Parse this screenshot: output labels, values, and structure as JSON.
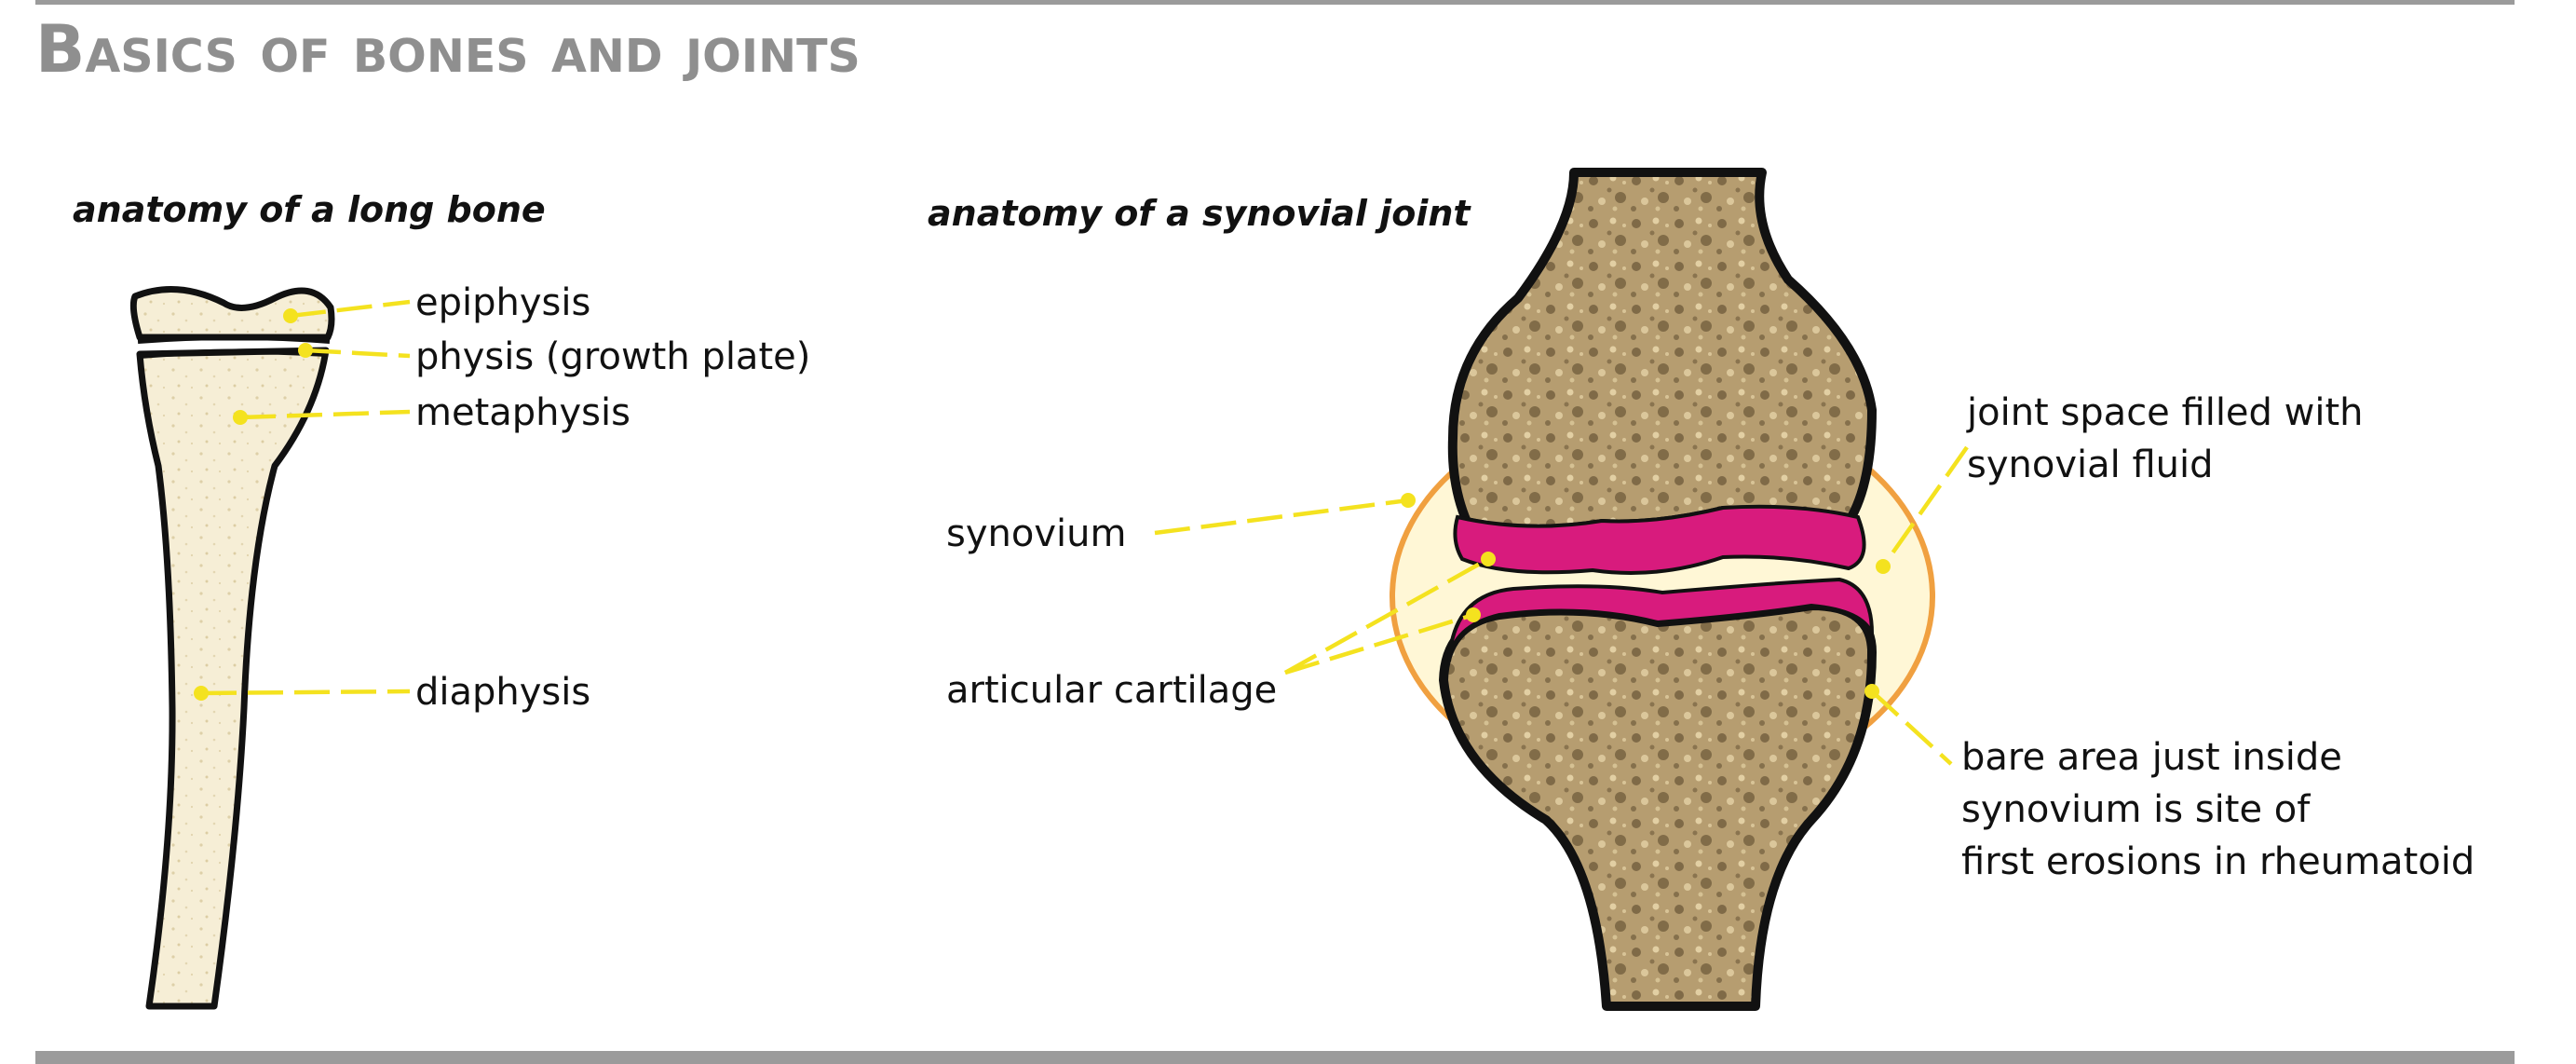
{
  "title": "Basics of bones and joints",
  "long_bone": {
    "subtitle": "anatomy of a long bone",
    "labels": {
      "epiphysis": "epiphysis",
      "physis": "physis (growth plate)",
      "metaphysis": "metaphysis",
      "diaphysis": "diaphysis"
    }
  },
  "synovial_joint": {
    "subtitle": "anatomy of a synovial joint",
    "labels": {
      "synovium": "synovium",
      "articular_cartilage": "articular cartilage",
      "joint_space": [
        "joint space filled with",
        "synovial fluid"
      ],
      "bare_area": [
        "bare area just inside",
        "synovium is site of",
        "first erosions in rheumatoid"
      ]
    }
  },
  "colors": {
    "title_gray": "#8f8f8f",
    "leader_yellow": "#f4e21f",
    "bone_cream": "#f5ecd3",
    "bone_tan": "#b39a6e",
    "cartilage_magenta": "#d81b7d",
    "synovial_fluid": "#fff7d6",
    "synovium_orange": "#f0a040",
    "rule_gray": "#9b9b9b"
  }
}
